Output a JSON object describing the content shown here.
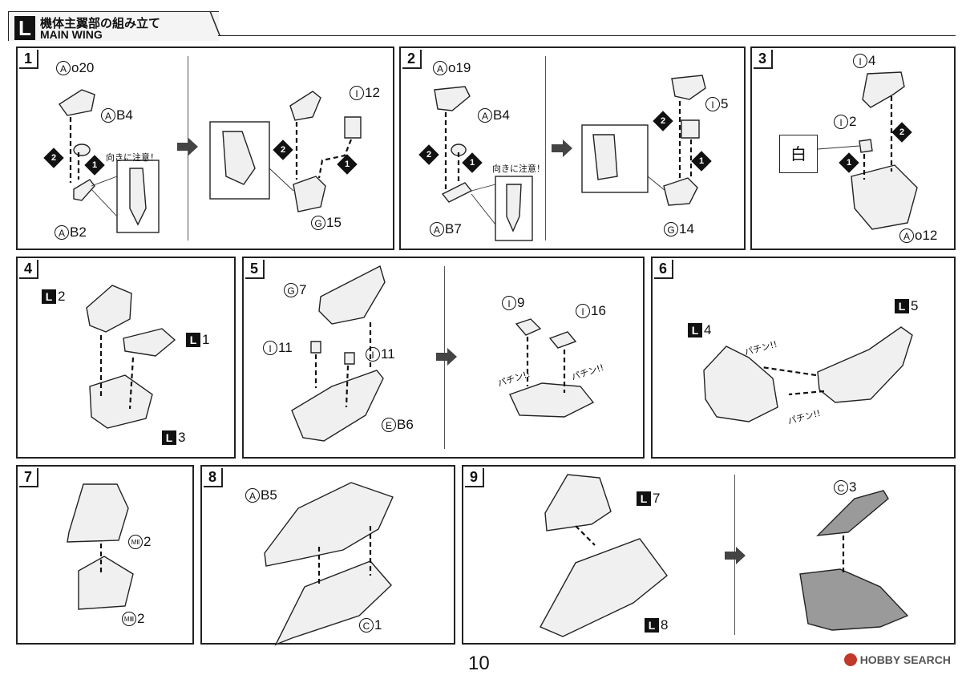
{
  "header": {
    "section_letter": "L",
    "title_jp": "機体主翼部の組み立て",
    "title_en": "MAIN WING"
  },
  "footer": {
    "page_number": "10",
    "watermark": "HOBBY SEARCH"
  },
  "steps": [
    {
      "number": "1",
      "labels": [
        "A",
        "o20",
        "A",
        "B4",
        "A",
        "B2",
        "I",
        "12",
        "G",
        "15"
      ],
      "caution": "向きに注意！",
      "badges": [
        "1",
        "2",
        "2",
        "1"
      ]
    },
    {
      "number": "2",
      "labels": [
        "A",
        "o19",
        "A",
        "B4",
        "A",
        "B7",
        "I",
        "5",
        "G",
        "14"
      ],
      "caution": "向きに注意！",
      "badges": [
        "2",
        "1",
        "2",
        "1"
      ]
    },
    {
      "number": "3",
      "labels": [
        "I",
        "4",
        "I",
        "2",
        "A",
        "o12"
      ],
      "white_label": "白",
      "badges": [
        "1",
        "2"
      ]
    },
    {
      "number": "4",
      "labels": [
        "L",
        "2",
        "L",
        "1",
        "L",
        "3"
      ]
    },
    {
      "number": "5",
      "labels": [
        "G",
        "7",
        "I",
        "11",
        "I",
        "11",
        "E",
        "B6",
        "I",
        "9",
        "I",
        "16"
      ],
      "snaps": [
        "パチン!!",
        "パチン!!"
      ]
    },
    {
      "number": "6",
      "labels": [
        "L",
        "4",
        "L",
        "5"
      ],
      "snaps": [
        "パチン!!",
        "パチン!!"
      ]
    },
    {
      "number": "7",
      "labels": [
        "MⅡ",
        "2",
        "MⅢ",
        "2"
      ]
    },
    {
      "number": "8",
      "labels": [
        "A",
        "B5",
        "C",
        "1"
      ]
    },
    {
      "number": "9",
      "labels": [
        "L",
        "7",
        "L",
        "8",
        "C",
        "3"
      ]
    }
  ]
}
